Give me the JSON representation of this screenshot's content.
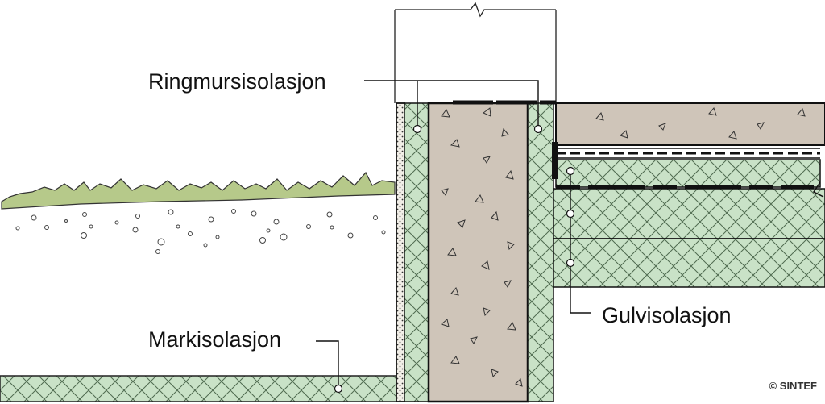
{
  "labels": {
    "ring": "Ringmursisolasjon",
    "mark": "Markisolasjon",
    "gulv": "Gulvisolasjon"
  },
  "copyright": "© SINTEF",
  "colors": {
    "insulation": "#c9e2c7",
    "concrete": "#cfc5b9",
    "grass": "#b6c98a",
    "outline": "#1a1a1a"
  }
}
